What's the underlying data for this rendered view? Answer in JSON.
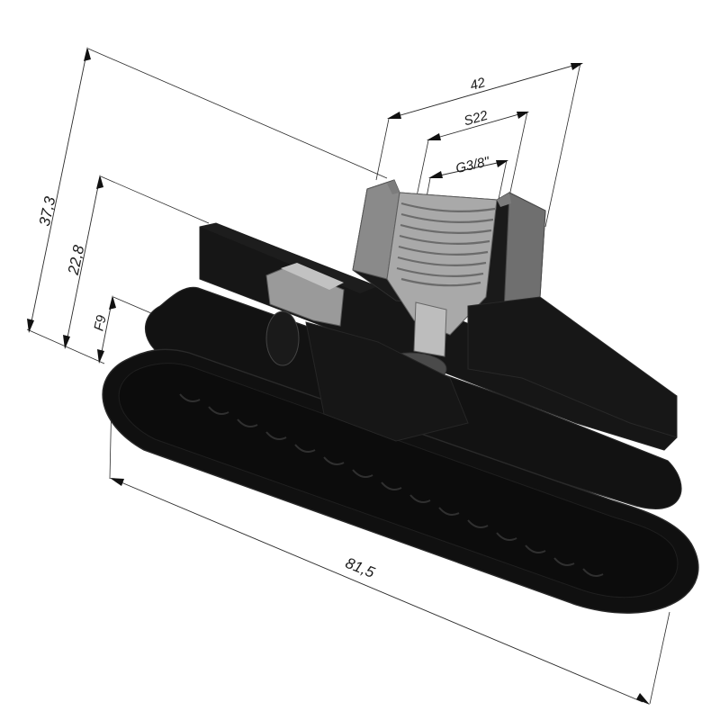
{
  "dimensions": {
    "overall_height": "37,3",
    "body_height": "22,8",
    "flange_height": "F9",
    "top_width": "42",
    "wrench_size": "S22",
    "thread": "G3/8\"",
    "length": "81,5"
  },
  "colors": {
    "part_dark": "#141414",
    "part_mid": "#1e1e1e",
    "part_edge": "#2c2c2c",
    "cut_face": "#8a8a8a",
    "cut_face_light": "#b4b4b4",
    "cut_face_dark": "#5a5a5a",
    "dimension_lines": "#2a2a2a"
  }
}
